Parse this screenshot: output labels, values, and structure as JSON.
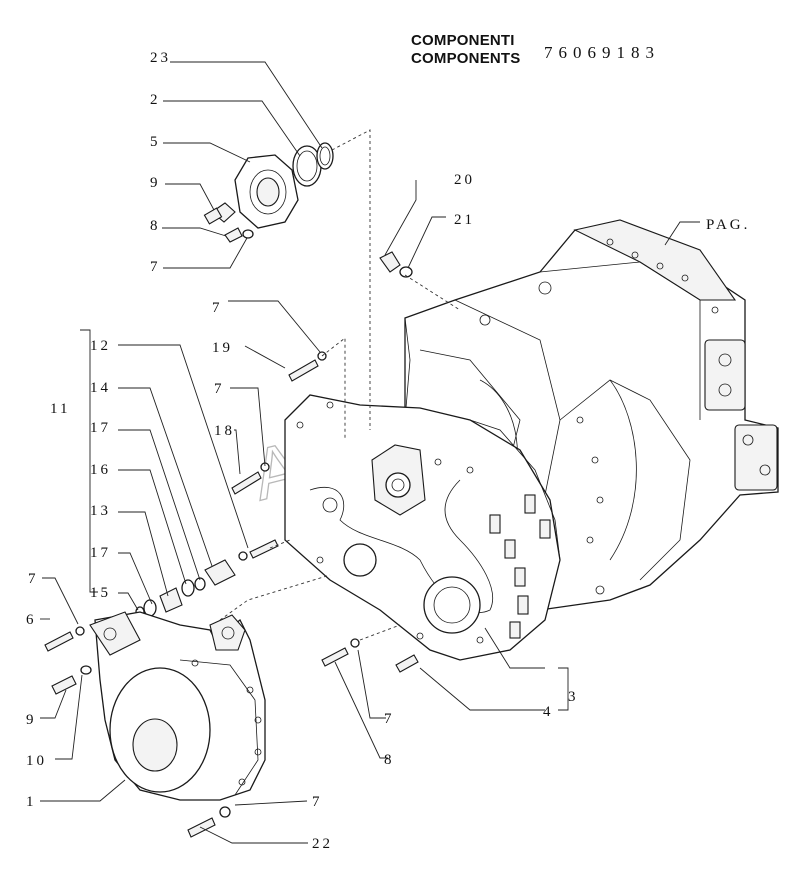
{
  "header": {
    "line1": "COMPONENTI",
    "line2": "COMPONENTS",
    "code": "76069183"
  },
  "watermark": "AutoSoft",
  "callouts": {
    "c23": "23",
    "c2": "2",
    "c5": "5",
    "c9a": "9",
    "c8a": "8",
    "c7a": "7",
    "c20": "20",
    "c21": "21",
    "pag": "PAG.",
    "c7b": "7",
    "c19": "19",
    "c12": "12",
    "c14": "14",
    "c11": "11",
    "c7c": "7",
    "c17a": "17",
    "c18": "18",
    "c16": "16",
    "c13": "13",
    "c17b": "17",
    "c7d": "7",
    "c15": "15",
    "c6": "6",
    "c9b": "9",
    "c10": "10",
    "c1": "1",
    "c7e": "7",
    "c22": "22",
    "c8b": "8",
    "c7f": "7",
    "c4": "4",
    "c3": "3"
  }
}
